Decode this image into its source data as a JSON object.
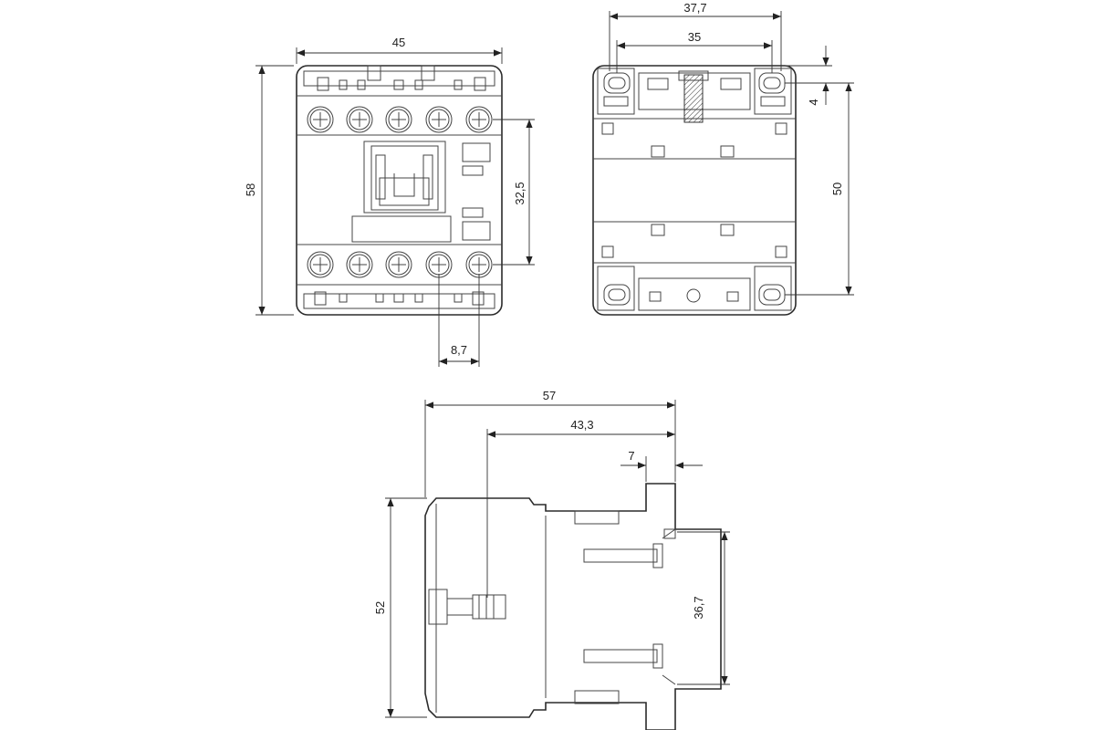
{
  "front_view": {
    "width": "45",
    "height": "58",
    "terminal_spacing": "32,5",
    "terminal_pitch": "8,7"
  },
  "rear_view": {
    "outer_width": "37,7",
    "hole_spacing": "35",
    "offset": "4",
    "hole_vertical": "50"
  },
  "side_view": {
    "depth": "57",
    "depth_to_handle": "43,3",
    "rail_offset": "7",
    "height": "52",
    "rail_height": "36,7"
  }
}
